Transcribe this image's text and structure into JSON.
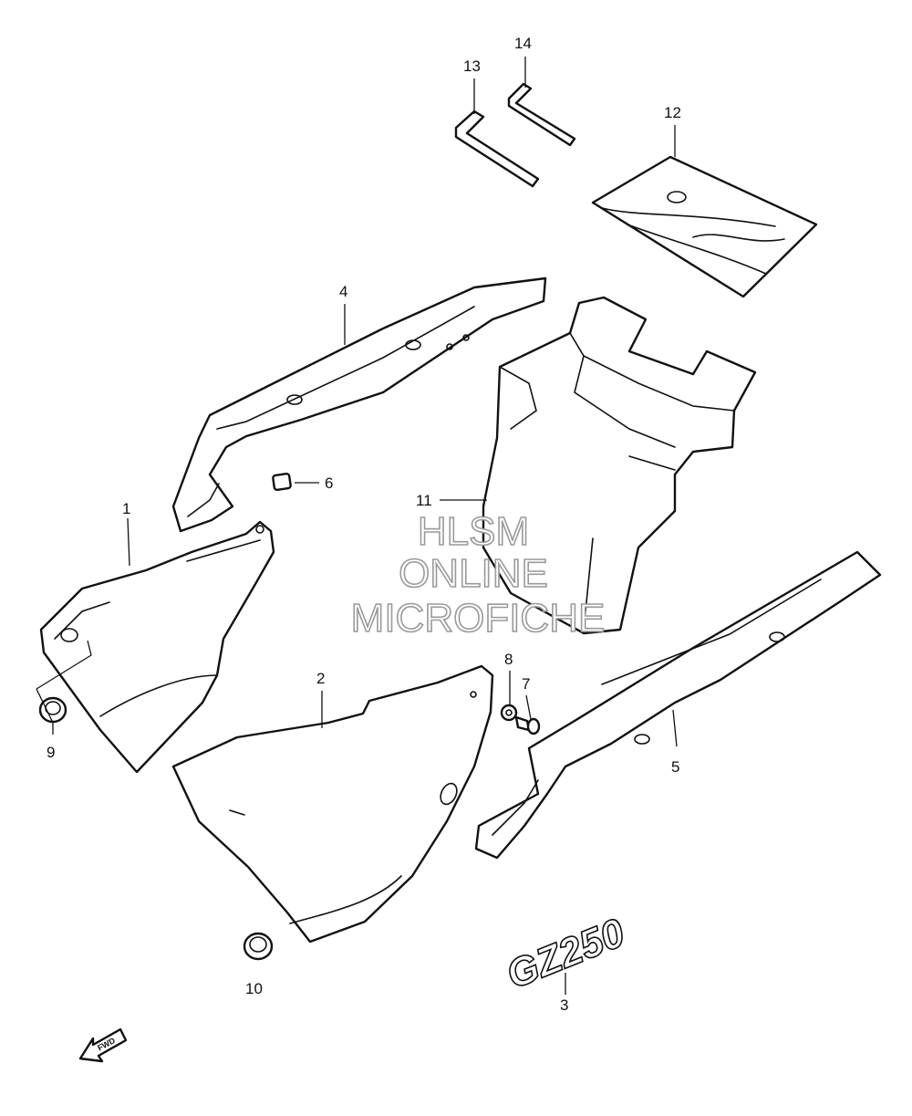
{
  "callouts": {
    "c1": "1",
    "c2": "2",
    "c3": "3",
    "c4": "4",
    "c5": "5",
    "c6": "6",
    "c7": "7",
    "c8": "8",
    "c9": "9",
    "c10": "10",
    "c11": "11",
    "c12": "12",
    "c13": "13",
    "c14": "14"
  },
  "watermark": {
    "line1": "HLSM",
    "line2": "ONLINE",
    "line3": "MICROFICHE"
  },
  "emblem_text": "GZ250",
  "fwd_label": "FWD"
}
